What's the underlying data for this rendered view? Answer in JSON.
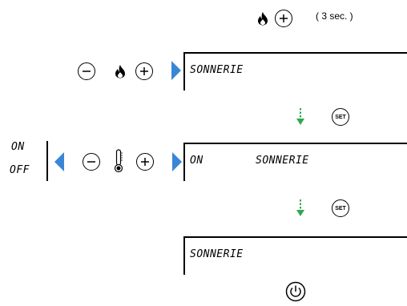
{
  "top": {
    "hold_label": "( 3 sec. )"
  },
  "screens": {
    "screen1_text": "SONNERIE",
    "screen2_state": "ON",
    "screen2_text": "SONNERIE",
    "screen3_text": "SONNERIE"
  },
  "side": {
    "on_label": "ON",
    "off_label": "OFF"
  },
  "buttons": {
    "set_label": "SET"
  },
  "colors": {
    "blue_arrow": "#3a86d6",
    "green_arrow": "#2fa84f"
  }
}
